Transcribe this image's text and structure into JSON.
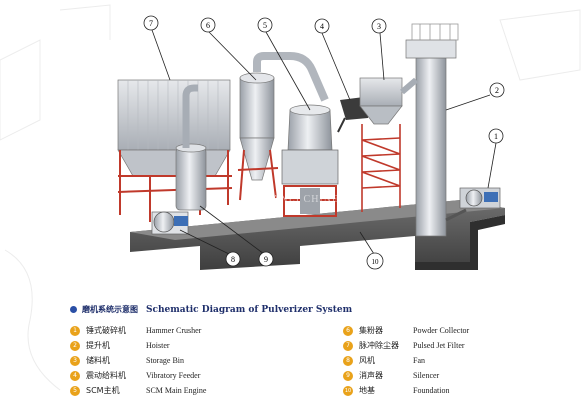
{
  "callouts": [
    "1",
    "2",
    "3",
    "4",
    "5",
    "6",
    "7",
    "8",
    "9",
    "10"
  ],
  "title": {
    "cn": "磨机系统示意图",
    "en": "Schematic Diagram of Pulverizer System"
  },
  "watermark": "SANLI CHINERY",
  "legend_left": [
    {
      "num": "1",
      "cn": "锤式破碎机",
      "en": "Hammer Crusher"
    },
    {
      "num": "2",
      "cn": "提升机",
      "en": "Hoister"
    },
    {
      "num": "3",
      "cn": "储料机",
      "en": "Storage Bin"
    },
    {
      "num": "4",
      "cn": "震动给料机",
      "en": "Vibratory Feeder"
    },
    {
      "num": "5",
      "cn": "SCM主机",
      "en": "SCM Main Engine"
    }
  ],
  "legend_right": [
    {
      "num": "6",
      "cn": "集粉器",
      "en": "Powder Collector"
    },
    {
      "num": "7",
      "cn": "脉冲除尘器",
      "en": "Pulsed Jet Filter"
    },
    {
      "num": "8",
      "cn": "风机",
      "en": "Fan"
    },
    {
      "num": "9",
      "cn": "消声器",
      "en": "Silencer"
    },
    {
      "num": "10",
      "cn": "地基",
      "en": "Foundation"
    }
  ],
  "colors": {
    "accent": "#e9a21a",
    "title": "#1f2f6b",
    "machine": "#c8ccd2",
    "frame": "#c0392b"
  }
}
